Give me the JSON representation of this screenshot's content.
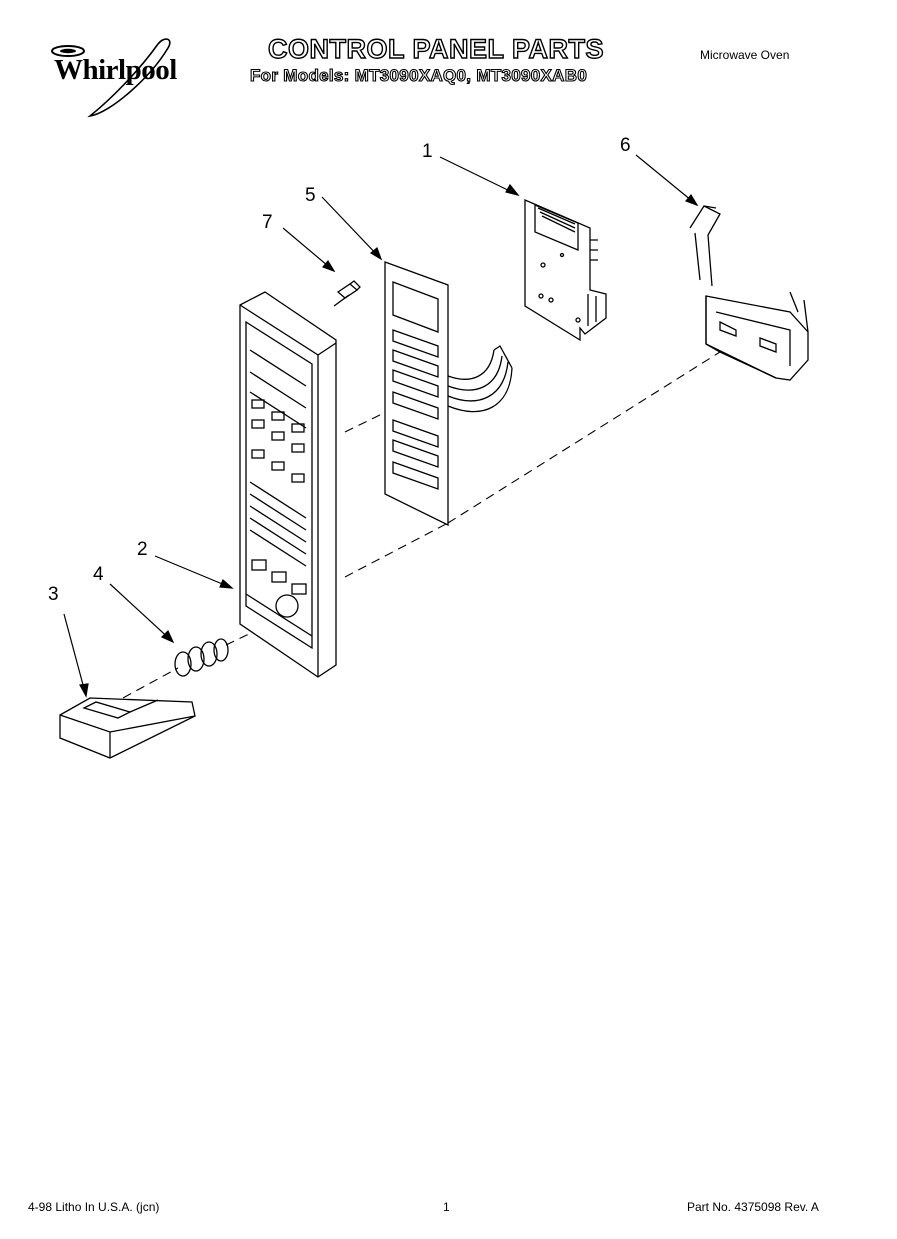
{
  "header": {
    "brand": "Whirlpool",
    "title": "CONTROL PANEL PARTS",
    "subtitle": "For Models: MT3090XAQ0, MT3090XAB0",
    "product": "Microwave Oven"
  },
  "callouts": [
    "1",
    "2",
    "3",
    "4",
    "5",
    "6",
    "7"
  ],
  "footer": {
    "left": "4-98 Litho In U.S.A. (jcn)",
    "center": "1",
    "right": "Part No. 4375098 Rev. A"
  }
}
